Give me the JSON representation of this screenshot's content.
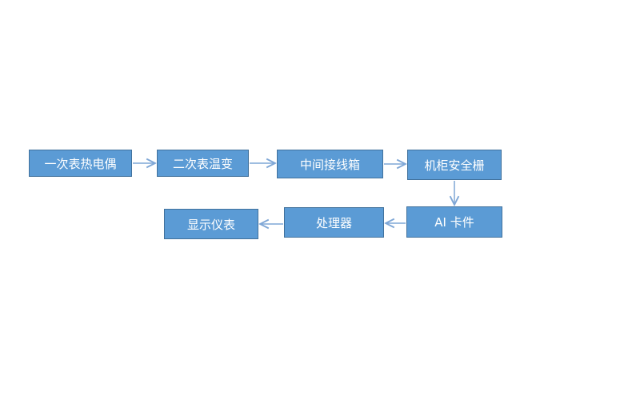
{
  "diagram": {
    "nodes": [
      {
        "id": "n1",
        "label": "一次表热电偶"
      },
      {
        "id": "n2",
        "label": "二次表温变"
      },
      {
        "id": "n3",
        "label": "中间接线箱"
      },
      {
        "id": "n4",
        "label": "机柜安全栅"
      },
      {
        "id": "n5",
        "label": "AI 卡件"
      },
      {
        "id": "n6",
        "label": "处理器"
      },
      {
        "id": "n7",
        "label": "显示仪表"
      }
    ],
    "edges": [
      {
        "from": "n1",
        "to": "n2"
      },
      {
        "from": "n2",
        "to": "n3"
      },
      {
        "from": "n3",
        "to": "n4"
      },
      {
        "from": "n4",
        "to": "n5"
      },
      {
        "from": "n5",
        "to": "n6"
      },
      {
        "from": "n6",
        "to": "n7"
      }
    ],
    "colors": {
      "box_fill": "#5b9bd5",
      "box_border": "#41719c",
      "arrow": "#7fa7d6",
      "text": "#ffffff"
    }
  }
}
